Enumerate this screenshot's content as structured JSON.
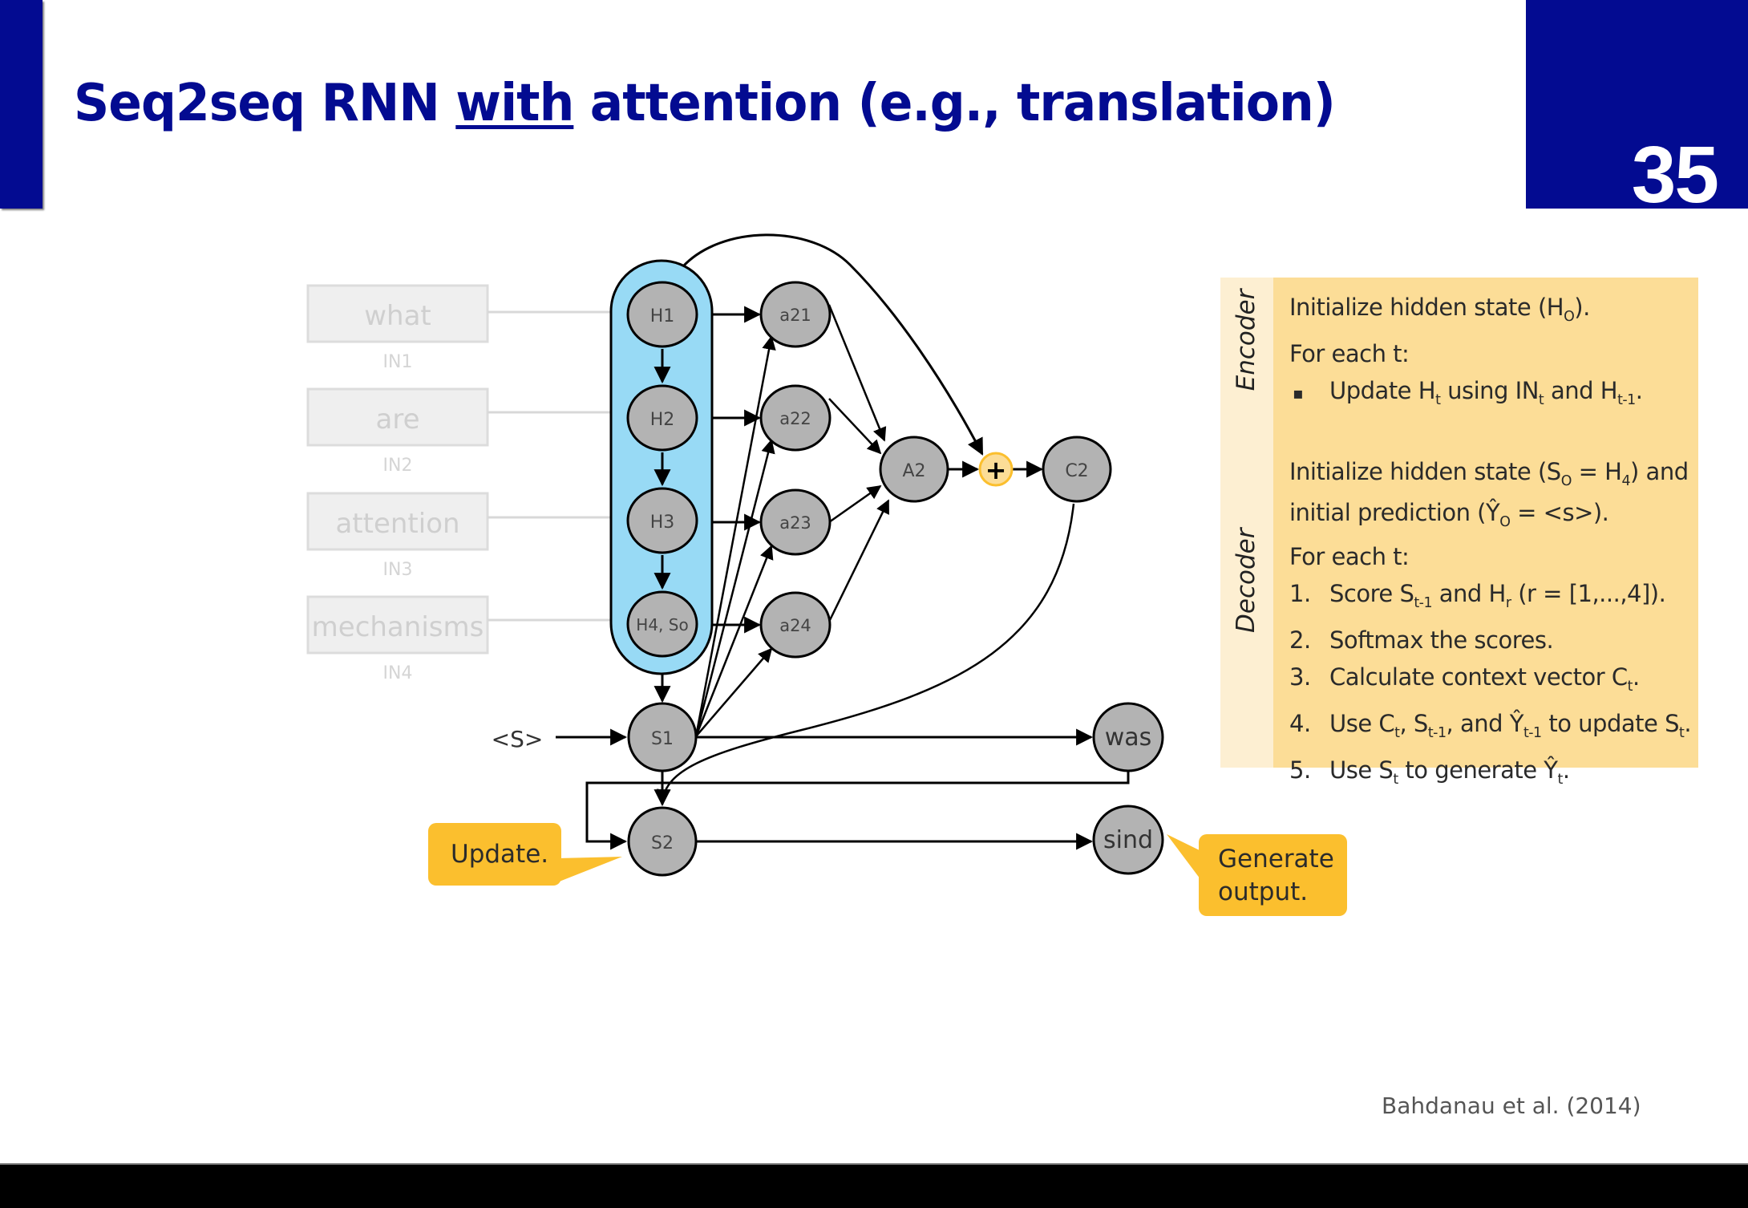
{
  "slide": {
    "title_pre": "Seq2seq RNN ",
    "title_underlined": "with",
    "title_post": " attention (e.g., translation)",
    "page_number": "35",
    "citation": "Bahdanau et al. (2014)",
    "colors": {
      "brand_blue": "#030b91",
      "encoder_capsule": "#98daf5",
      "node_gray": "#b3b3b3",
      "callout_yellow": "#fbbf2e",
      "info_box": "#fcdd97",
      "input_box": "#efefef"
    }
  },
  "diagram": {
    "inputs": [
      {
        "word": "what",
        "label": "IN1"
      },
      {
        "word": "are",
        "label": "IN2"
      },
      {
        "word": "attention",
        "label": "IN3"
      },
      {
        "word": "mechanisms",
        "label": "IN4"
      }
    ],
    "encoder_nodes": [
      "H1",
      "H2",
      "H3",
      "H4, So"
    ],
    "attention_nodes": [
      "a21",
      "a22",
      "a23",
      "a24"
    ],
    "aggregate_node": "A2",
    "plus_symbol": "+",
    "context_node": "C2",
    "start_token": "<S>",
    "decoder_nodes": [
      "S1",
      "S2"
    ],
    "output_nodes": [
      "was",
      "sind"
    ],
    "callouts": {
      "update": "Update.",
      "generate_line1": "Generate",
      "generate_line2": "output."
    }
  },
  "info_box": {
    "encoder_label": "Encoder",
    "decoder_label": "Decoder",
    "encoder_lines": {
      "init": {
        "pre": "Initialize hidden state (H",
        "sub": "O",
        "post": ")."
      },
      "for_each": "For each t:",
      "bullet_marker": "▪",
      "update": {
        "a": "Update H",
        "a_sub": "t",
        "b": " using IN",
        "b_sub": "t",
        "c": " and H",
        "c_sub": "t-1",
        "d": "."
      }
    },
    "decoder_lines": {
      "init1": {
        "a": "Initialize hidden state (S",
        "a_sub": "O",
        "b": " = H",
        "b_sub": "4",
        "c": ") and"
      },
      "init2": {
        "a": "initial prediction (Ŷ",
        "a_sub": "O",
        "b": " = <s>)."
      },
      "for_each": "For each t:",
      "steps": [
        {
          "num": "1.",
          "a": "Score S",
          "a_sub": "t-1",
          "b": " and H",
          "b_sub": "r",
          "c": " (r = [1,...,4])."
        },
        {
          "num": "2.",
          "a": "Softmax the scores."
        },
        {
          "num": "3.",
          "a": "Calculate context vector C",
          "a_sub": "t",
          "b": "."
        },
        {
          "num": "4.",
          "a": "Use C",
          "a_sub": "t",
          "b": ", S",
          "b_sub": "t-1",
          "c": ", and Ŷ",
          "c_sub": "t-1",
          "d": " to update S",
          "d_sub": "t",
          "e": "."
        },
        {
          "num": "5.",
          "a": "Use S",
          "a_sub": "t",
          "b": " to generate Ŷ",
          "b_sub": "t",
          "c": "."
        }
      ]
    }
  }
}
